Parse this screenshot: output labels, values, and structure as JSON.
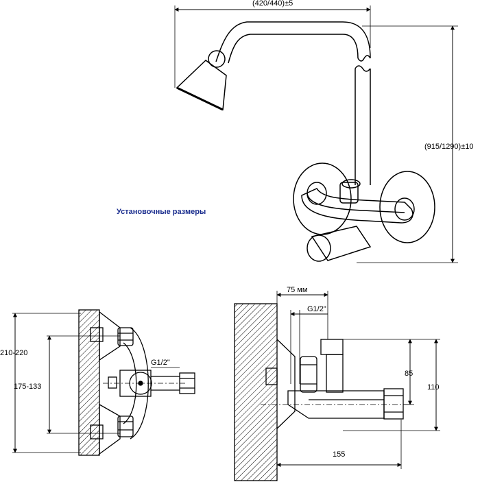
{
  "caption": "Установочные размеры",
  "colors": {
    "caption": "#1c2f8f",
    "line": "#000000",
    "hatch": "#000000"
  },
  "dimensions": {
    "top_width": "(420/440)±5",
    "top_height": "(915/1290)±10",
    "front_outer": "210-220",
    "front_inner": "175-133",
    "front_thread": "G1/2\"",
    "side_depth": "75 мм",
    "side_thread": "G1/2\"",
    "side_h1": "85",
    "side_h2": "110",
    "side_length": "155"
  }
}
